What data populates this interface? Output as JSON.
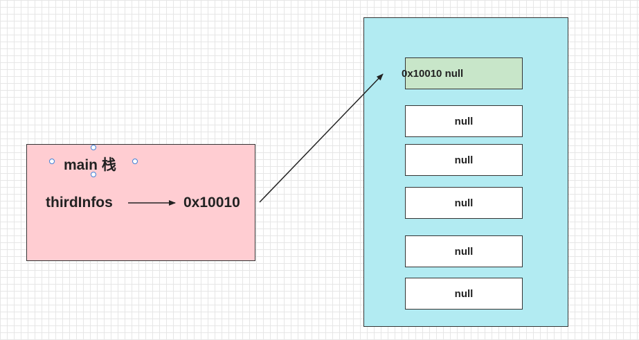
{
  "stack": {
    "title": "main 栈",
    "var_name": "thirdInfos",
    "var_value": "0x10010"
  },
  "heap": {
    "cells": [
      {
        "text": "0x10010  null"
      },
      {
        "text": "null"
      },
      {
        "text": "null"
      },
      {
        "text": "null"
      },
      {
        "text": "null"
      },
      {
        "text": "null"
      }
    ]
  },
  "colors": {
    "stack_fill": "#ffcdd2",
    "heap_fill": "#b2ebf2",
    "first_cell_fill": "#c8e6c9",
    "cell_fill": "#ffffff",
    "selection_handle": "#3f7fd6"
  }
}
